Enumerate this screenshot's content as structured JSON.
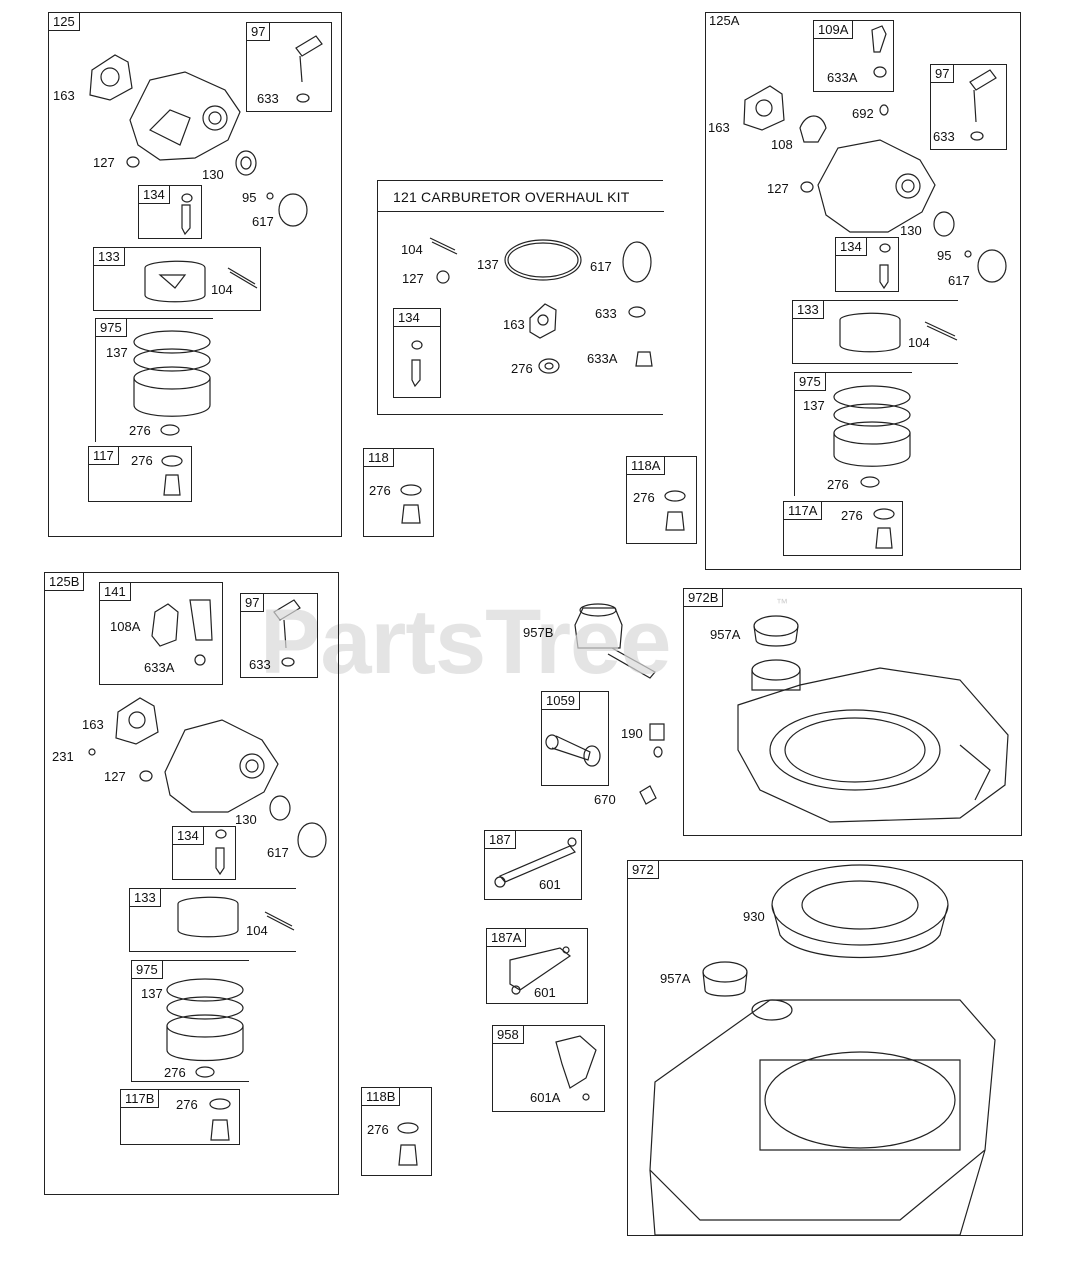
{
  "watermark": {
    "text": "PartsTree",
    "trademark": "™"
  },
  "kit": {
    "title": "121 CARBURETOR OVERHAUL KIT"
  },
  "groups": {
    "g125": "125",
    "g97a": "97",
    "g134a": "134",
    "g133a": "133",
    "g975a": "975",
    "g117": "117",
    "g125A": "125A",
    "g109A": "109A",
    "g97b": "97",
    "g134b": "134",
    "g133b": "133",
    "g975b": "975",
    "g117A": "117A",
    "g134k": "134",
    "g118": "118",
    "g118A": "118A",
    "g125B": "125B",
    "g141": "141",
    "g97c": "97",
    "g134c": "134",
    "g133c": "133",
    "g975c": "975",
    "g117B": "117B",
    "g1059": "1059",
    "g187": "187",
    "g187A": "187A",
    "g958": "958",
    "g118B": "118B",
    "g972B": "972B",
    "g972": "972"
  },
  "parts": {
    "a163": "163",
    "a633": "633",
    "a127": "127",
    "a130": "130",
    "a95": "95",
    "a617": "617",
    "a104": "104",
    "a137": "137",
    "a276a": "276",
    "a276b": "276",
    "b109_633A": "633A",
    "b692": "692",
    "b163": "163",
    "b108": "108",
    "b633": "633",
    "b127": "127",
    "b130": "130",
    "b95": "95",
    "b617": "617",
    "b104": "104",
    "b137": "137",
    "b276a": "276",
    "b276b": "276",
    "k104": "104",
    "k127": "127",
    "k137": "137",
    "k617": "617",
    "k163": "163",
    "k633": "633",
    "k633A": "633A",
    "k276": "276",
    "t118_276": "276",
    "t118A_276": "276",
    "t118B_276": "276",
    "c108A": "108A",
    "c633A": "633A",
    "c633": "633",
    "c163": "163",
    "c231": "231",
    "c127": "127",
    "c130": "130",
    "c617": "617",
    "c104": "104",
    "c137": "137",
    "c276a": "276",
    "c276b": "276",
    "m957B": "957B",
    "m190": "190",
    "m670": "670",
    "m601": "601",
    "m601b": "601",
    "m601A": "601A",
    "r957A": "957A",
    "r930": "930",
    "r957A2": "957A"
  }
}
